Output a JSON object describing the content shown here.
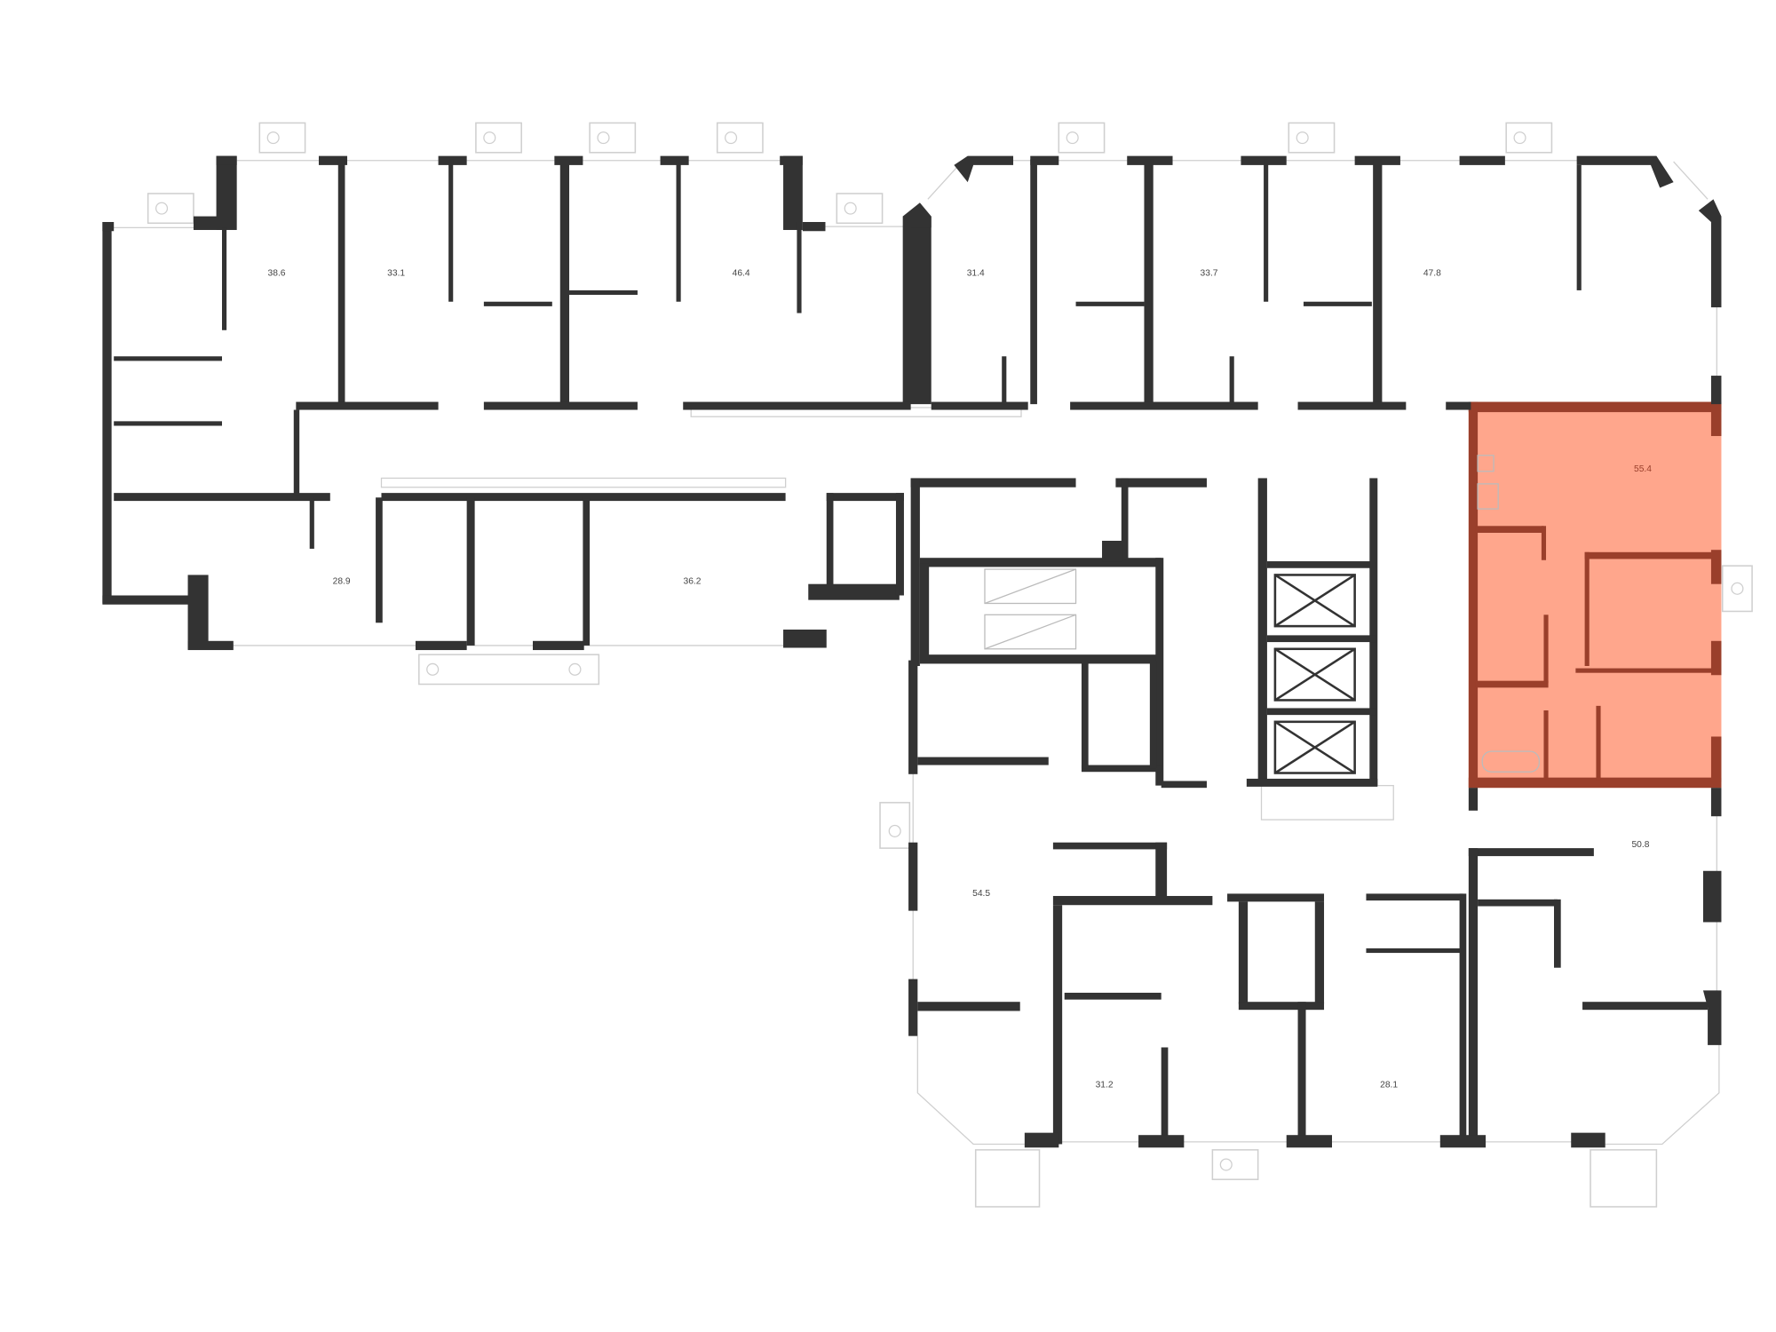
{
  "plan": {
    "apartments": [
      {
        "id": "a1",
        "area": "38.6"
      },
      {
        "id": "a2",
        "area": "33.1"
      },
      {
        "id": "a3",
        "area": "46.4"
      },
      {
        "id": "a4",
        "area": "31.4"
      },
      {
        "id": "a5",
        "area": "33.7"
      },
      {
        "id": "a6",
        "area": "47.8"
      },
      {
        "id": "a7",
        "area": "55.4",
        "selected": true
      },
      {
        "id": "a8",
        "area": "28.9"
      },
      {
        "id": "a9",
        "area": "36.2"
      },
      {
        "id": "a10",
        "area": "54.5"
      },
      {
        "id": "a11",
        "area": "50.8"
      },
      {
        "id": "a12",
        "area": "31.2"
      },
      {
        "id": "a13",
        "area": "28.1"
      }
    ],
    "colors": {
      "wall": "#333333",
      "highlight_fill": "#FFA68C",
      "highlight_wall": "#9A3F2B"
    }
  }
}
